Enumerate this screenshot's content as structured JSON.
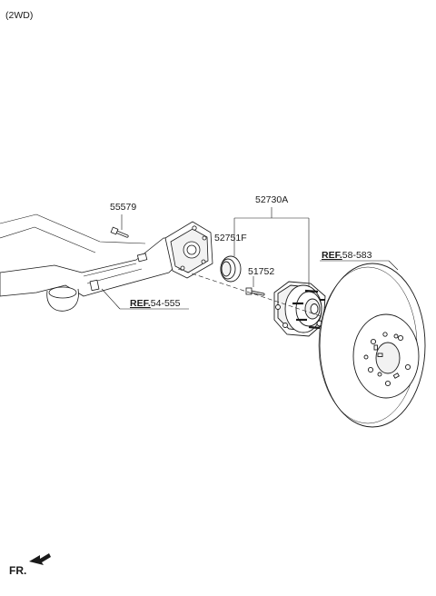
{
  "header": {
    "variant": "(2WD)"
  },
  "labels": {
    "bolt": "55579",
    "hub_assembly": "52730A",
    "dust_cover": "52751F",
    "hub_bolt": "51752"
  },
  "references": {
    "axle_ref_prefix": "REF.",
    "axle_ref_code": "54-555",
    "disc_ref_prefix": "REF.",
    "disc_ref_code": "58-583"
  },
  "direction": {
    "label": "FR."
  },
  "colors": {
    "line": "#1a1a1a",
    "background": "#ffffff",
    "fill_light": "#f2f2f2"
  }
}
